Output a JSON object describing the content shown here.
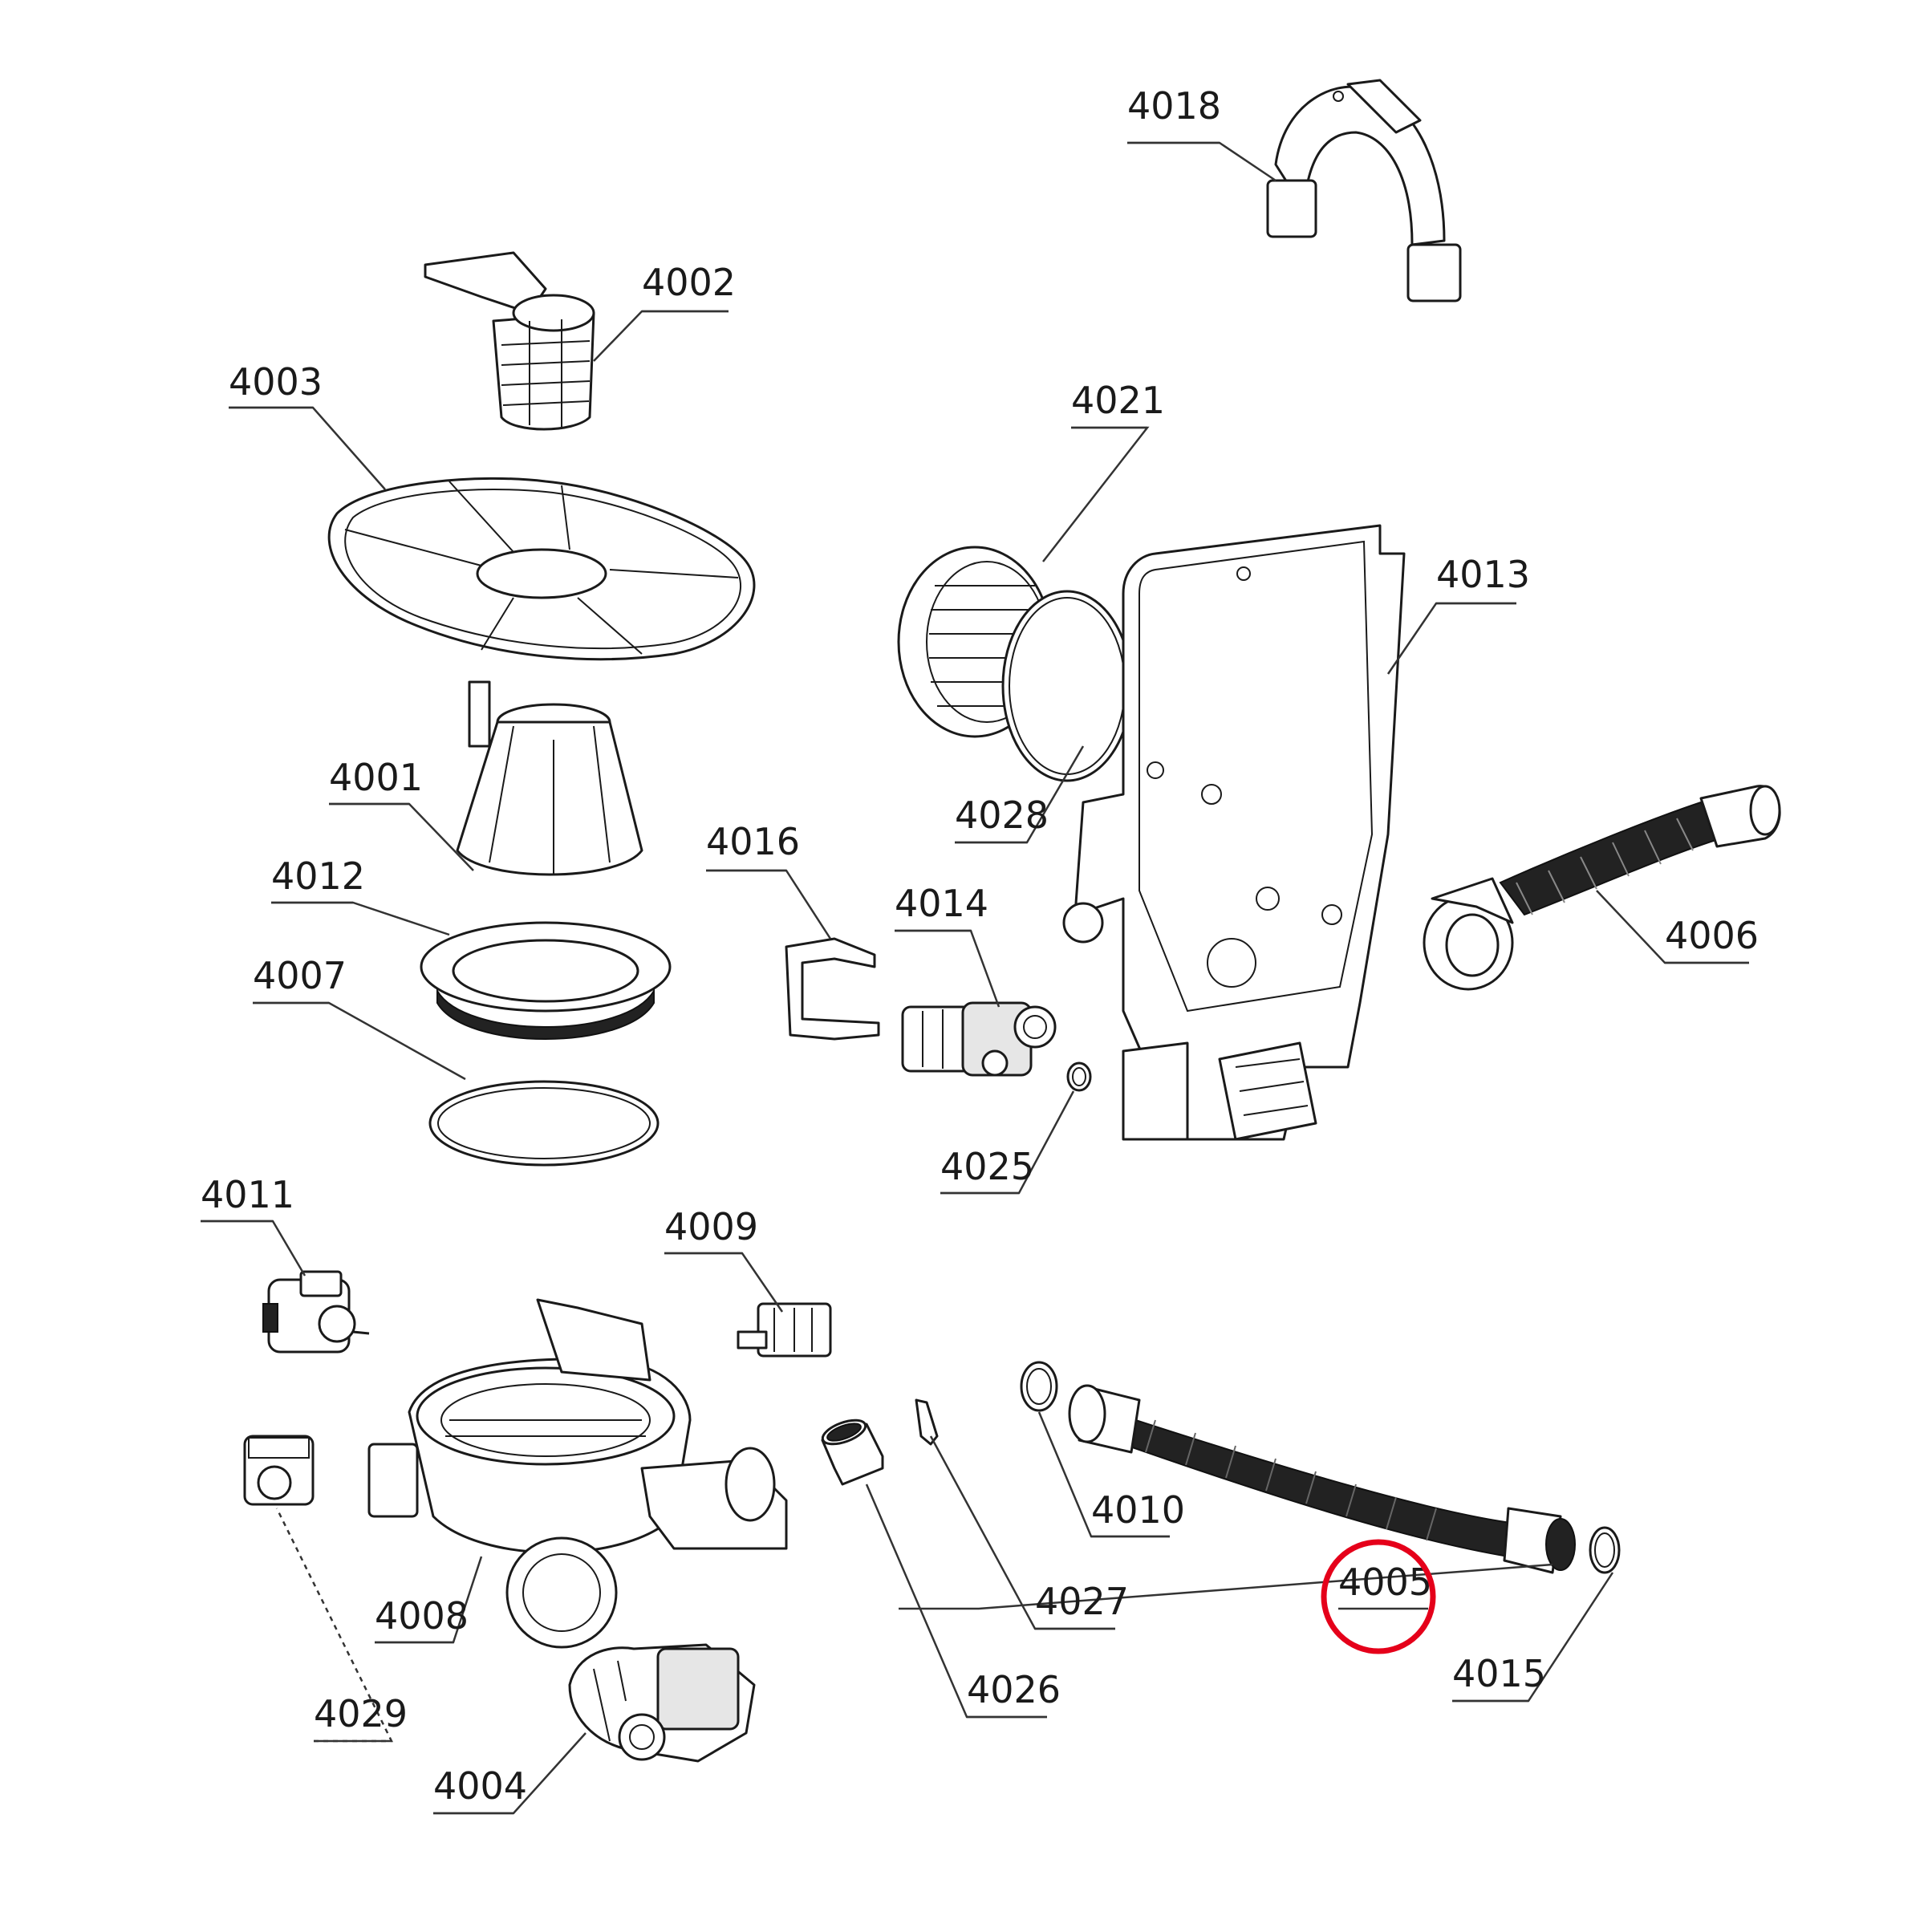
{
  "labels": {
    "p4018": "4018",
    "p4002": "4002",
    "p4003": "4003",
    "p4021": "4021",
    "p4013": "4013",
    "p4001": "4001",
    "p4016": "4016",
    "p4028": "4028",
    "p4014": "4014",
    "p4006": "4006",
    "p4012": "4012",
    "p4007": "4007",
    "p4025": "4025",
    "p4011": "4011",
    "p4009": "4009",
    "p4010": "4010",
    "p4027": "4027",
    "p4005": "4005",
    "p4008": "4008",
    "p4026": "4026",
    "p4015": "4015",
    "p4029": "4029",
    "p4004": "4004"
  },
  "highlight": {
    "part": "4005",
    "color": "#e5001a"
  }
}
